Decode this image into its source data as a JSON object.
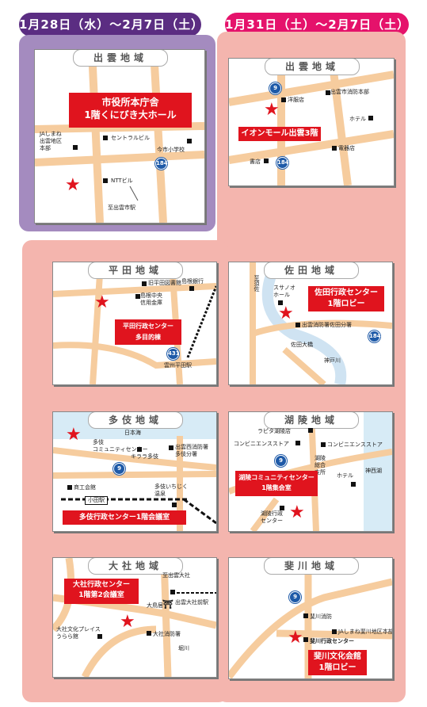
{
  "headers": {
    "left_dates": "1月28日（水）～2月7日（土）",
    "right_dates": "1月31日（土）～2月7日（土）"
  },
  "areas": {
    "izumo_left": {
      "title": "出雲地域",
      "callout": "市役所本庁舎\n1階くにびき大ホール",
      "labels": [
        "JAしまね\n出雲地区\n本部",
        "セントラルビル",
        "今市小学校",
        "NTTビル",
        "至出雲市駅"
      ],
      "route": "184"
    },
    "izumo_right": {
      "title": "出雲地域",
      "callout": "イオンモール出雲3階",
      "labels": [
        "洋服店",
        "出雲市消防本部",
        "ホテル",
        "電器店",
        "書店"
      ],
      "routes": [
        "9",
        "184"
      ]
    },
    "hirata": {
      "title": "平田地域",
      "callout": "平田行政センター\n多目的棟",
      "labels": [
        "旧平田図書館",
        "島根銀行",
        "島根中央\n信用金庫",
        "雲州平田駅"
      ],
      "route": "431"
    },
    "sada": {
      "title": "佐田地域",
      "callout": "佐田行政センター\n1階ロビー",
      "labels": [
        "至須佐",
        "スサノオ\nホール",
        "出雲消防署佐田分署",
        "佐田大橋",
        "神戸川"
      ],
      "route": "184"
    },
    "taki": {
      "title": "多伎地域",
      "callout": "多伎行政センター1階会議室",
      "labels": [
        "日本海",
        "多伎\nコミュニティセンター",
        "キララ多伎",
        "出雲西消防署\n多伎分署",
        "商工会館",
        "小田駅",
        "多伎いちじく\n温泉"
      ],
      "route": "9"
    },
    "koryo": {
      "title": "湖陵地域",
      "callout": "湖陵コミュニティセンター\n1階集会室",
      "labels": [
        "ラピタ湖陵店",
        "コンビニエンスストア",
        "コンビニエンスストア",
        "湖陵\n総合\n支所",
        "ホテル",
        "神西湖",
        "湖陵行政\nセンター"
      ],
      "route": "9"
    },
    "taisha": {
      "title": "大社地域",
      "callout": "大社行政センター\n1階第2会議室",
      "labels": [
        "至出雲大社",
        "出雲大社前駅",
        "大鳥居",
        "大社文化プレイス\nうらら館",
        "大社消防署",
        "堀川"
      ]
    },
    "hikawa": {
      "title": "斐川地域",
      "callout": "斐川文化会館\n1階ロビー",
      "labels": [
        "斐川消防",
        "JAしまね斐川地区本部",
        "斐川行政センター"
      ],
      "route": "9"
    }
  },
  "colors": {
    "purple": "#5b2d82",
    "pink": "#e5126b",
    "pink_bg": "#f4b5ae",
    "lilac_bg": "#a48bbf",
    "road": "#f6cc9e",
    "star": "#e0141e",
    "route_blue": "#1e5aa8"
  }
}
